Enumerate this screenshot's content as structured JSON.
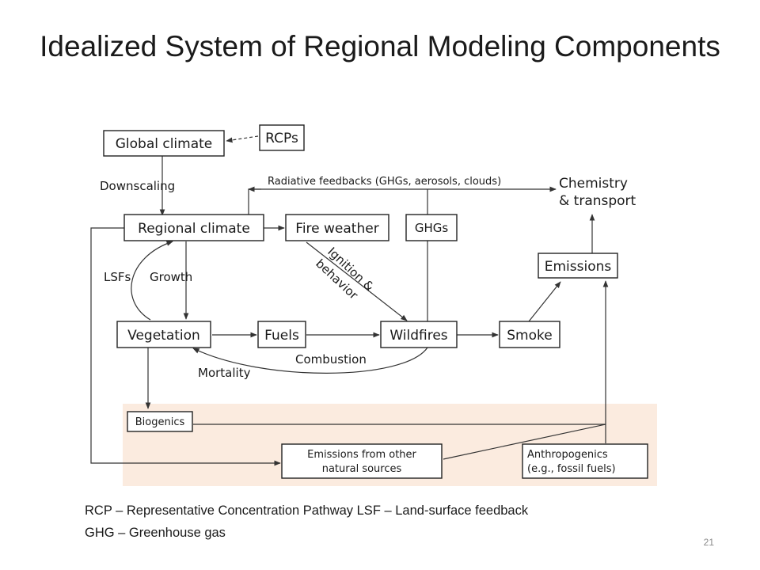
{
  "title": "Idealized System of Regional Modeling Components",
  "colors": {
    "panel_fill": "#fbebdf",
    "box_stroke": "#222222",
    "arrow": "#333333"
  },
  "nodes": {
    "global_climate": "Global climate",
    "rcps": "RCPs",
    "regional_climate": "Regional climate",
    "fire_weather": "Fire weather",
    "ghgs": "GHGs",
    "chemistry_line1": "Chemistry",
    "chemistry_line2": "& transport",
    "emissions": "Emissions",
    "vegetation": "Vegetation",
    "fuels": "Fuels",
    "wildfires": "Wildfires",
    "smoke": "Smoke",
    "biogenics": "Biogenics",
    "other_natural_line1": "Emissions from other",
    "other_natural_line2": "natural sources",
    "anthropogenics_line1": "Anthropogenics",
    "anthropogenics_line2": "(e.g., fossil fuels)"
  },
  "edge_labels": {
    "downscaling": "Downscaling",
    "radiative_feedbacks": "Radiative feedbacks (GHGs, aerosols, clouds)",
    "lsfs": "LSFs",
    "growth": "Growth",
    "ignition_line1": "Ignition &",
    "ignition_line2": "behavior",
    "combustion": "Combustion",
    "mortality": "Mortality"
  },
  "legend": {
    "line1": "RCP – Representative Concentration Pathway  LSF – Land-surface feedback",
    "line2": "GHG – Greenhouse gas"
  },
  "page_number": "21"
}
